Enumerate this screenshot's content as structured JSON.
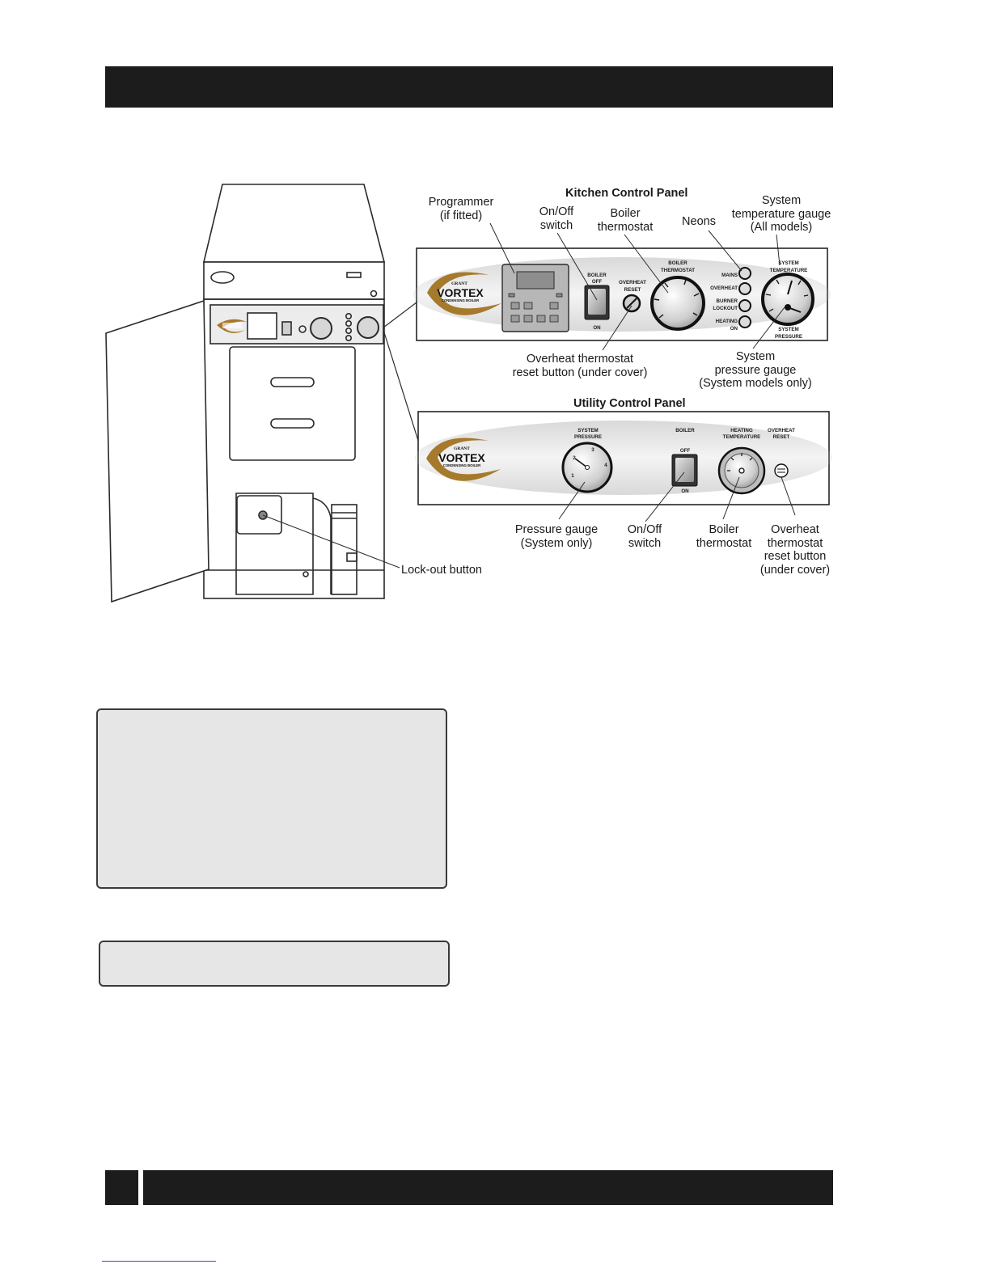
{
  "labels": {
    "kitchen_panel_title": "Kitchen Control Panel",
    "utility_panel_title": "Utility Control Panel",
    "programmer": [
      "Programmer",
      "(if fitted)"
    ],
    "onoff_kitchen": [
      "On/Off",
      "switch"
    ],
    "boiler_thermostat_kitchen": [
      "Boiler",
      "thermostat"
    ],
    "neons": [
      "Neons"
    ],
    "system_temp_gauge": [
      "System",
      "temperature gauge",
      "(All models)"
    ],
    "overheat_reset_kitchen": [
      "Overheat thermostat",
      "reset button (under cover)"
    ],
    "system_pressure_gauge": [
      "System",
      "pressure gauge",
      "(System models only)"
    ],
    "pressure_gauge_utility": [
      "Pressure gauge",
      "(System only)"
    ],
    "onoff_utility": [
      "On/Off",
      "switch"
    ],
    "boiler_thermostat_utility": [
      "Boiler",
      "thermostat"
    ],
    "overheat_reset_utility": [
      "Overheat",
      "thermostat",
      "reset button",
      "(under cover)"
    ],
    "lockout_button": [
      "Lock-out button"
    ]
  },
  "panel_text": {
    "logo_top": "GRANT",
    "logo_main": "VORTEX",
    "logo_sub": "CONDENSING BOILER",
    "kitchen": {
      "boiler_off": [
        "BOILER",
        "OFF"
      ],
      "on": "ON",
      "overheat_reset": [
        "OVERHEAT",
        "RESET"
      ],
      "boiler_thermostat": [
        "BOILER",
        "THERMOSTAT"
      ],
      "neons": [
        "MAINS",
        "OVERHEAT",
        "BURNER",
        "LOCKOUT",
        "HEATING",
        "ON"
      ],
      "system_temperature": [
        "SYSTEM",
        "TEMPERATURE"
      ],
      "system_pressure": [
        "SYSTEM",
        "PRESSURE"
      ]
    },
    "utility": {
      "system_pressure": [
        "SYSTEM",
        "PRESSURE"
      ],
      "boiler": "BOILER",
      "off": "OFF",
      "on": "ON",
      "heating_temperature": [
        "HEATING",
        "TEMPERATURE"
      ],
      "overheat_reset": [
        "OVERHEAT",
        "RESET"
      ],
      "gauge_ticks": [
        "1",
        "2",
        "3",
        "4"
      ]
    }
  },
  "colors": {
    "bar": "#1c1c1c",
    "panel_band": "#e8e8e9",
    "note_box": "#e6e6e7",
    "logo_swoosh": "#a67a2c"
  }
}
